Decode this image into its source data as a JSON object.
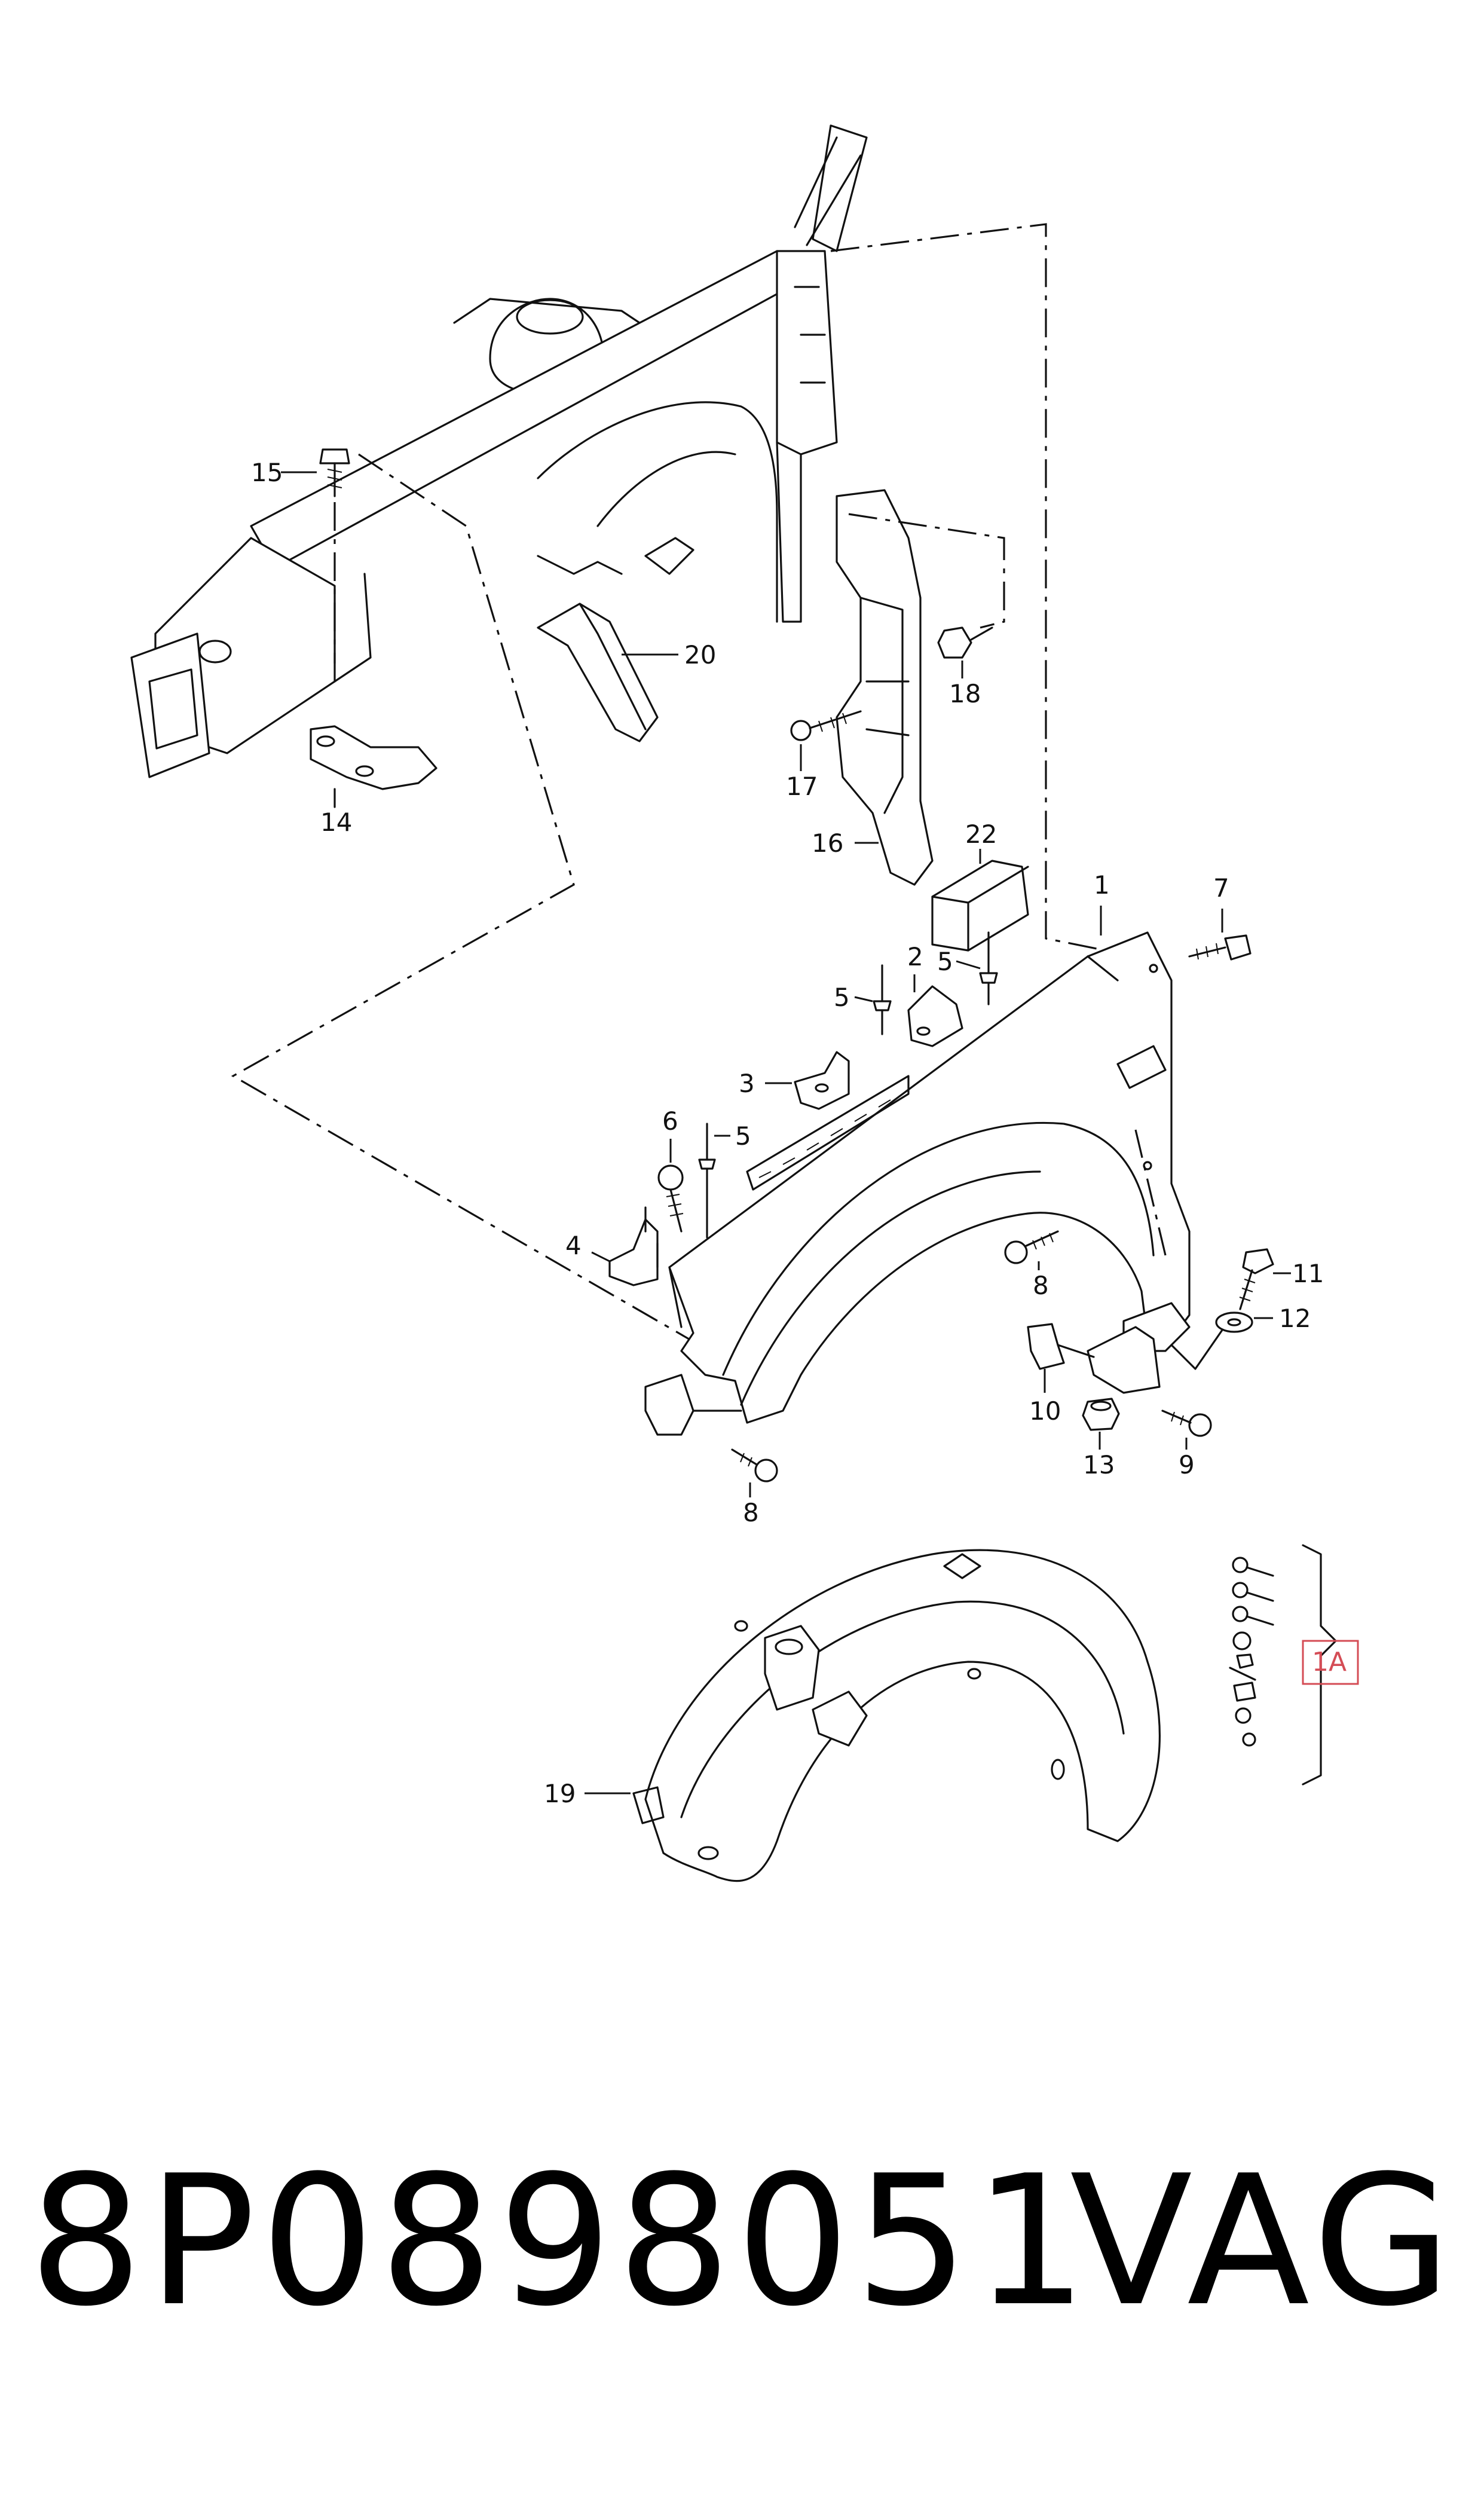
{
  "callouts": {
    "c1": "1",
    "c1A": "1A",
    "c2": "2",
    "c3": "3",
    "c4": "4",
    "c5a": "5",
    "c5b": "5",
    "c5c": "5",
    "c6": "6",
    "c7": "7",
    "c8a": "8",
    "c8b": "8",
    "c9": "9",
    "c10": "10",
    "c11": "11",
    "c12": "12",
    "c13": "13",
    "c14": "14",
    "c15": "15",
    "c16": "16",
    "c17": "17",
    "c18": "18",
    "c19": "19",
    "c20": "20",
    "c22": "22"
  },
  "footer": {
    "part_number": "8P0898051",
    "brand": "VAG"
  },
  "colors": {
    "line": "#111111",
    "callout_box": "#d44c55",
    "background": "#ffffff"
  }
}
